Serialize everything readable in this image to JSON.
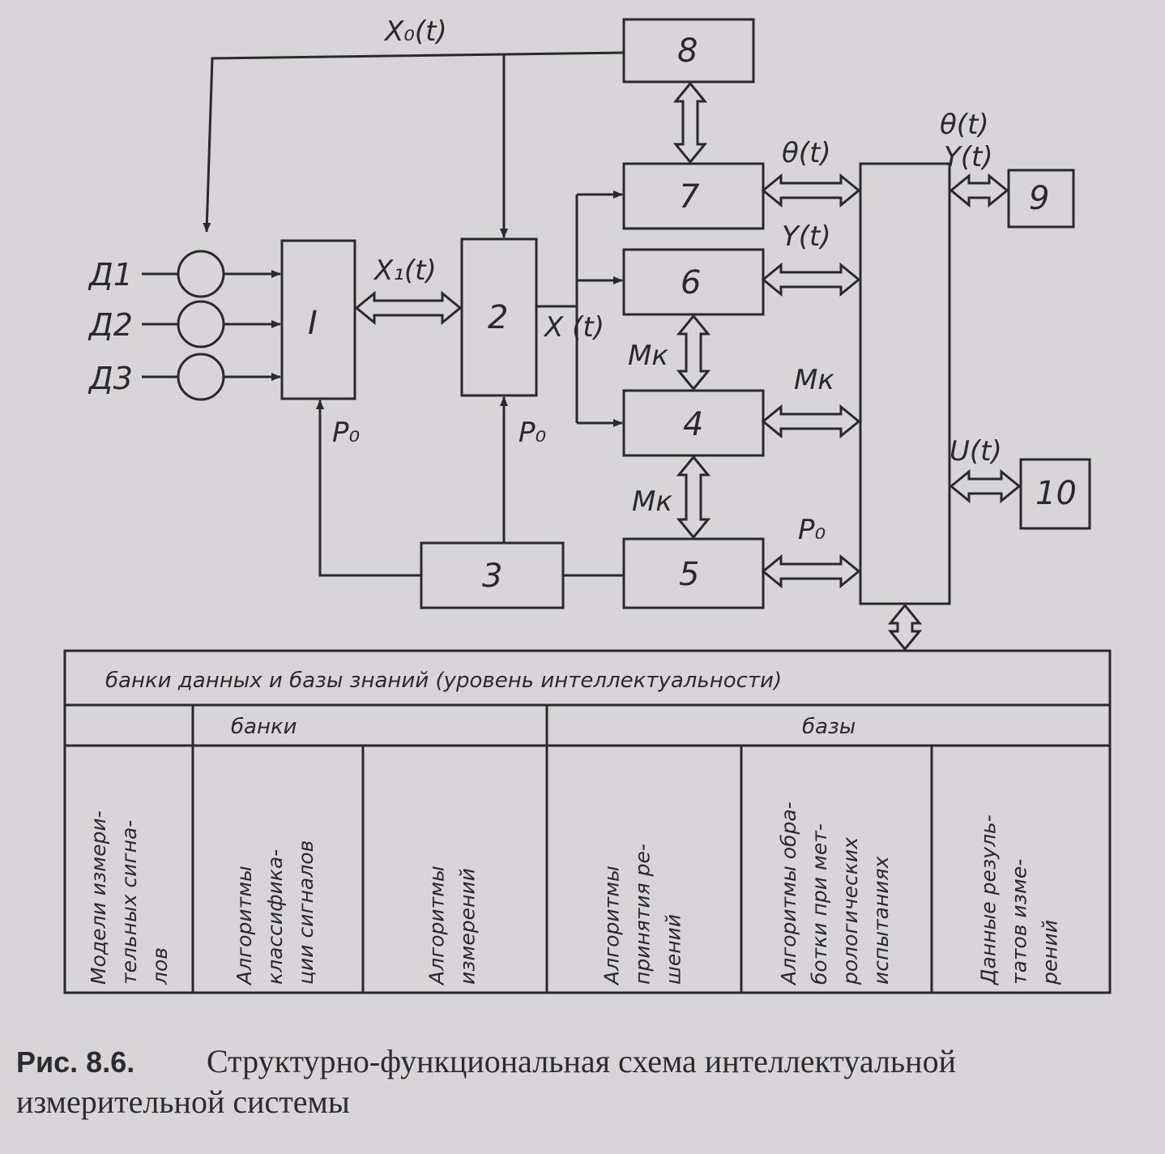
{
  "blocks": {
    "b1": "I",
    "b2": "2",
    "b3": "3",
    "b4": "4",
    "b5": "5",
    "b6": "6",
    "b7": "7",
    "b8": "8",
    "b9": "9",
    "b10": "10"
  },
  "sensors": [
    "Д1",
    "Д2",
    "Д3"
  ],
  "signals": {
    "x0": "X₀(t)",
    "x1": "X₁(t)",
    "x": "X (t)",
    "p0_left": "P₀",
    "p0_mid": "P₀",
    "p0_right": "P₀",
    "theta7": "θ(t)",
    "y6": "Y(t)",
    "mk_top": "Mк",
    "mk_4": "Mк",
    "mk_bot": "Mк",
    "theta9": "θ(t)",
    "y9": "Y(t)",
    "u10": "U(t)"
  },
  "table": {
    "title": "банки данных и базы знаний (уровень интеллектуальности)",
    "group_banks": "банки",
    "group_bases": "базы",
    "columns": [
      [
        "Модели измери-",
        "тельных сигна-",
        "лов"
      ],
      [
        "Алгоритмы",
        "классифика-",
        "ции сигналов"
      ],
      [
        "Алгоритмы",
        "измерений"
      ],
      [
        "Алгоритмы",
        "принятия ре-",
        "шений"
      ],
      [
        "Алгоритмы обра-",
        "ботки при мет-",
        "рологических",
        "испытаниях"
      ],
      [
        "Данные резуль-",
        "татов изме-",
        "рений"
      ]
    ]
  },
  "caption": {
    "label": "Рис. 8.6.",
    "line1": "Структурно-функциональная схема интеллектуальной",
    "line2": "измерительной системы"
  }
}
